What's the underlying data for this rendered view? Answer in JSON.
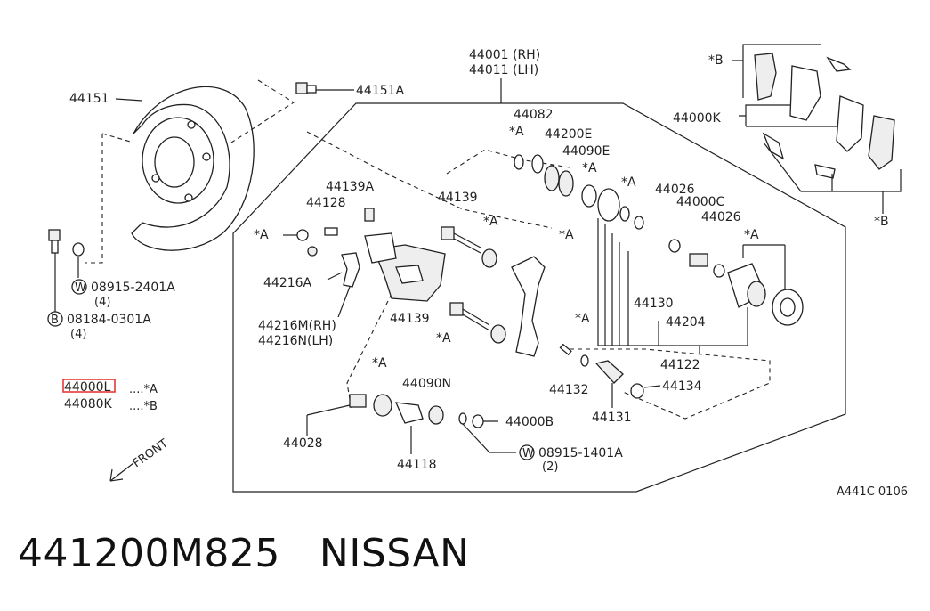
{
  "labels": {
    "p44151": "44151",
    "p44151a": "44151A",
    "p44001": "44001 (RH)",
    "p44011": "44011 (LH)",
    "p44082": "44082",
    "p44200e": "44200E",
    "p44090e": "44090E",
    "p44000k_top": "44000K",
    "starA": "*A",
    "starB": "*B",
    "p44026": "44026",
    "p44000c": "44000C",
    "p44139a": "44139A",
    "p44128": "44128",
    "p44139": "44139",
    "p44216a": "44216A",
    "p44216m": "44216M(RH)",
    "p44216n": "44216N(LH)",
    "p44130": "44130",
    "p44204": "44204",
    "p44122": "44122",
    "p44132": "44132",
    "p44134": "44134",
    "p44131": "44131",
    "p44090n": "44090N",
    "p44000b": "44000B",
    "p44028": "44028",
    "p44118": "44118",
    "bolt_w1": "08915-2401A",
    "bolt_w1_qty": "(4)",
    "bolt_b1": "08184-0301A",
    "bolt_b1_qty": "(4)",
    "bolt_w2": "08915-1401A",
    "bolt_w2_qty": "(2)",
    "circle_w": "W",
    "circle_b": "B",
    "kit_l": "44000L",
    "kit_l_ref": "....*A",
    "kit_k": "44080K",
    "kit_k_ref": "....*B",
    "front": "FRONT",
    "drawing_code": "A441C 0106"
  },
  "footer": {
    "part_number": "441200M825",
    "brand": "NISSAN"
  },
  "highlight_color": "#e53935"
}
